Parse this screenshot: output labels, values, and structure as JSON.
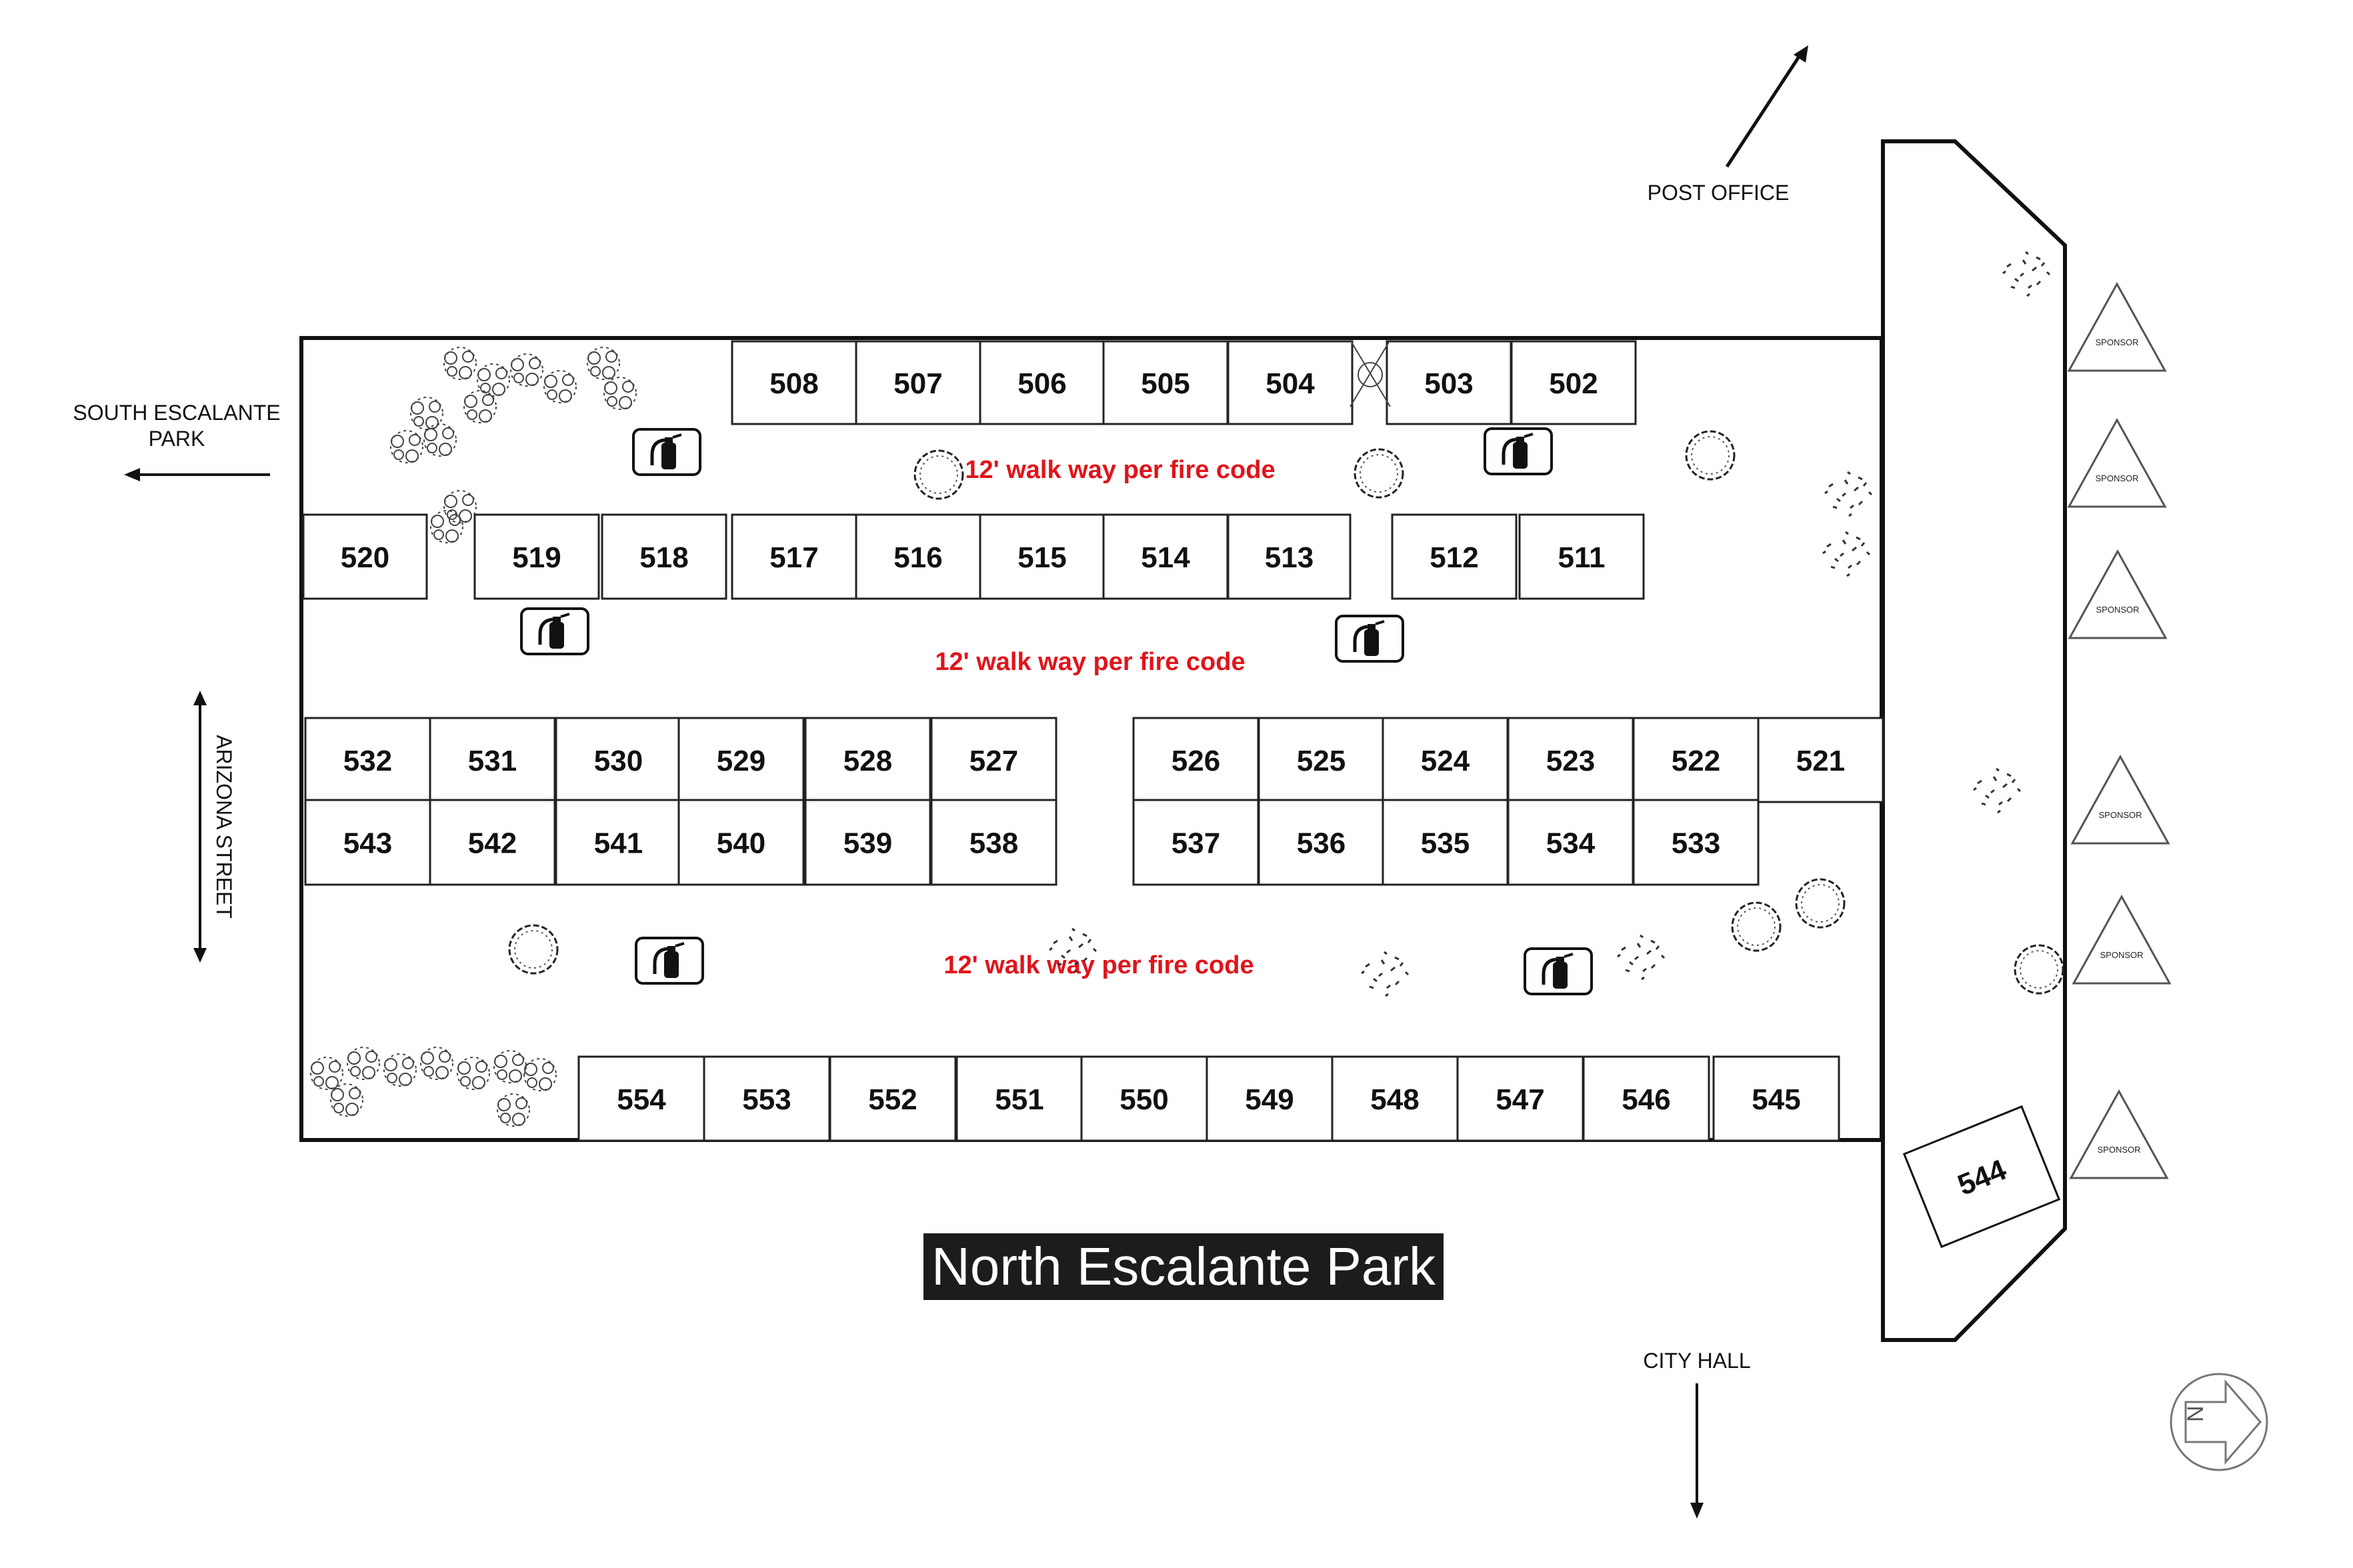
{
  "title": "North Escalante Park",
  "fire_lane_label": "12' walk way per fire code",
  "sponsor_label": "SPONSOR",
  "compass_label": "N",
  "directions": {
    "post_office": "POST OFFICE",
    "south_park_line1": "SOUTH ESCALANTE",
    "south_park_line2": "PARK",
    "arizona": "ARIZONA STREET",
    "city_hall": "CITY HALL"
  },
  "booths": {
    "row_top": [
      "508",
      "507",
      "506",
      "505",
      "504",
      "503",
      "502"
    ],
    "row_second": [
      "520",
      "519",
      "518",
      "517",
      "516",
      "515",
      "514",
      "513",
      "512",
      "511"
    ],
    "row_middle_upper": [
      "532",
      "531",
      "530",
      "529",
      "528",
      "527",
      "526",
      "525",
      "524",
      "523",
      "522",
      "521"
    ],
    "row_middle_lower": [
      "543",
      "542",
      "541",
      "540",
      "539",
      "538",
      "537",
      "536",
      "535",
      "534",
      "533"
    ],
    "row_bottom": [
      "554",
      "553",
      "552",
      "551",
      "550",
      "549",
      "548",
      "547",
      "546",
      "545"
    ],
    "angled": "544"
  },
  "icons": [
    "fire-extinguisher-icon",
    "tree-icon",
    "shrub-icon",
    "north-arrow-icon"
  ]
}
